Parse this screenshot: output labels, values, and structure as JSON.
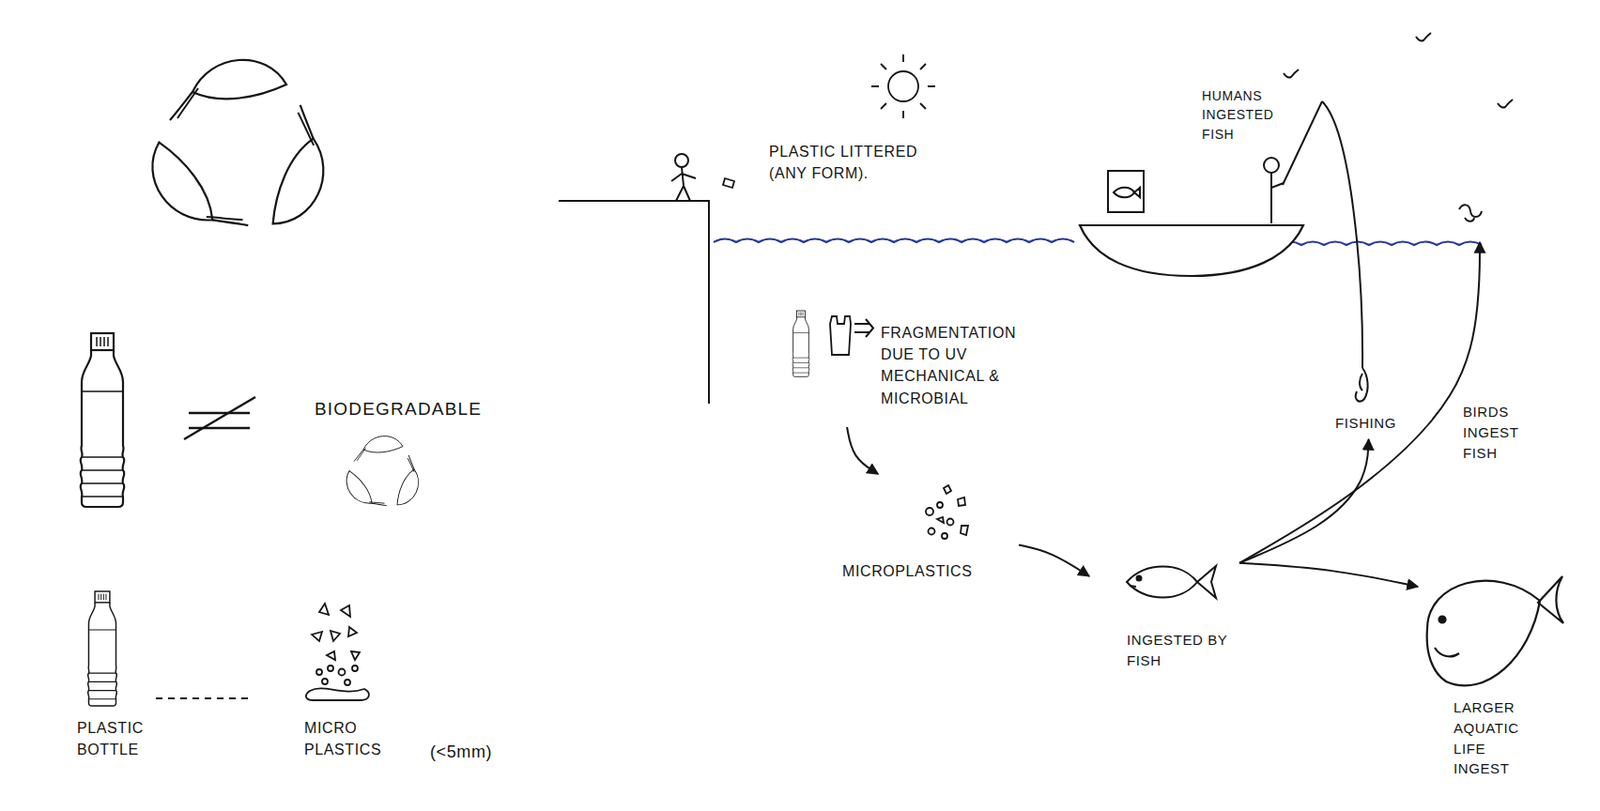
{
  "diagram": {
    "nodes": [
      {
        "text": [
          "PLASTIC LITTERED (ANY FORM)."
        ]
      },
      {
        "text": [
          "HUMANS INGESTED FISH"
        ]
      },
      {
        "text": [
          "FRAGMENTATION DUE TO UV MECHANICAL & MICROBIAL"
        ]
      },
      {
        "text": [
          "FISHING"
        ]
      },
      {
        "text": [
          "BIRDS INGEST FISH"
        ]
      },
      {
        "text": [
          "MICROPLASTICS"
        ]
      },
      {
        "text": [
          "INGESTED BY FISH"
        ]
      },
      {
        "text": [
          "LARGER AQUATIC LIFE INGEST"
        ]
      }
    ],
    "edges": [
      {
        "from": 2,
        "to": 5,
        "arrow": "to"
      },
      {
        "from": 5,
        "to": 6,
        "arrow": "to"
      },
      {
        "from": 6,
        "to": 3,
        "arrow": "to"
      },
      {
        "from": 6,
        "to": 4,
        "arrow": "to"
      },
      {
        "from": 6,
        "to": 7,
        "arrow": "to"
      }
    ],
    "labels": [
      "BIODEGRADABLE",
      "PLASTIC BOTTLE",
      "MICRO PLASTICS",
      "(<5mm)"
    ]
  }
}
